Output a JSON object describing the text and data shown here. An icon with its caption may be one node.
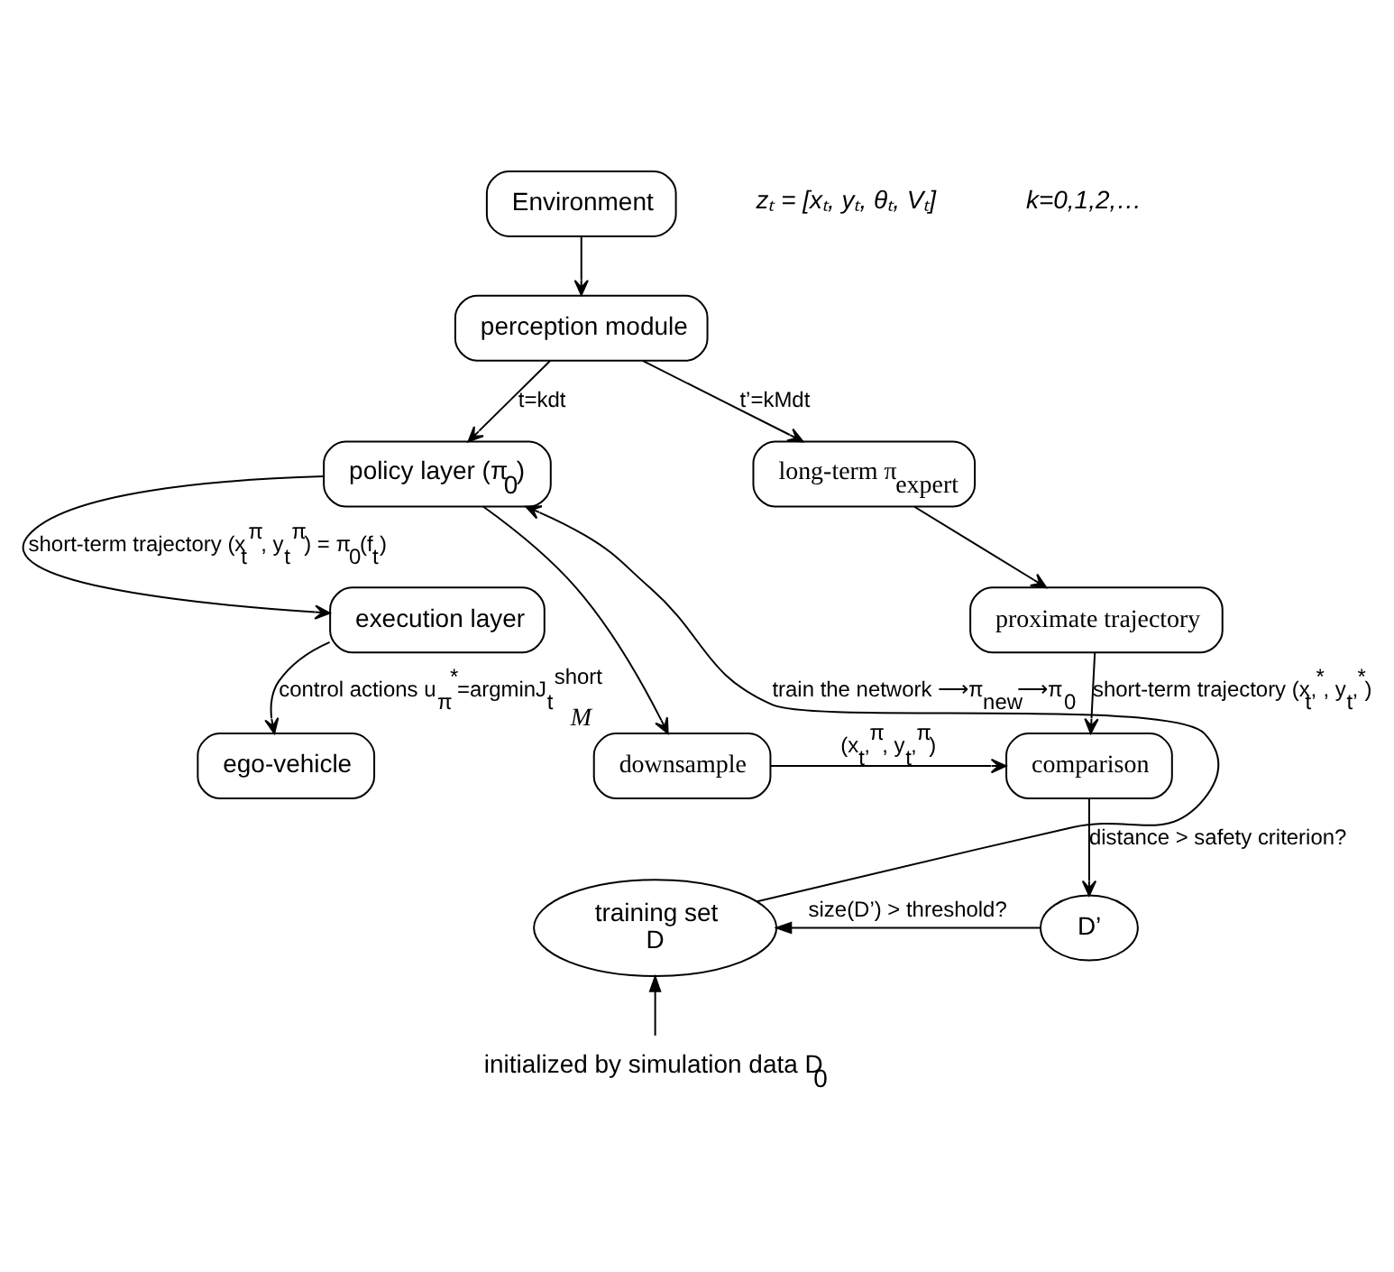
{
  "diagram": {
    "nodes": [
      {
        "text": [
          "Environment"
        ]
      },
      {
        "text": [
          "perception module"
        ]
      },
      {
        "text": [
          "policy layer (π$_{0}$)"
        ]
      },
      {
        "text": [
          "long-term π$_{expert}$"
        ]
      },
      {
        "text": [
          "execution layer"
        ]
      },
      {
        "text": [
          "ego-vehicle"
        ]
      },
      {
        "text": [
          "proximate trajectory"
        ]
      },
      {
        "text": [
          "downsample"
        ],
        "beside": [
          "M"
        ]
      },
      {
        "text": [
          "comparison"
        ]
      },
      {
        "text": [
          "training set",
          "D"
        ]
      },
      {
        "text": [
          "D’"
        ]
      },
      {
        "text": [
          "initialized by simulation data D$_{0}$"
        ]
      }
    ],
    "edges": [
      {
        "from": 0,
        "to": 1,
        "arrow": "to"
      },
      {
        "from": 1,
        "to": 2,
        "arrow": "to",
        "label": "t=kdt"
      },
      {
        "from": 1,
        "to": 3,
        "arrow": "to",
        "label": "t’=kMdt"
      },
      {
        "from": 2,
        "to": 4,
        "arrow": "to",
        "label": "short-term trajectory (x$_{t}$$^{π}$, y$_{t}$$^{π}$) = π$_{0}$(f$_{t}$)"
      },
      {
        "from": 4,
        "to": 5,
        "arrow": "to",
        "label": "control actions u$_{π}$$^{*}$=argminJ$_{t}$$^{short}$"
      },
      {
        "from": 2,
        "to": 7,
        "arrow": "to"
      },
      {
        "from": 3,
        "to": 6,
        "arrow": "to"
      },
      {
        "from": 6,
        "to": 8,
        "arrow": "to",
        "label": "short-term trajectory (x$_{t’}$$^{*}$, y$_{t’}$$^{*}$)"
      },
      {
        "from": 7,
        "to": 8,
        "arrow": "to",
        "label": "(x$_{t’}$$^{π}$, y$_{t’}$$^{π}$)"
      },
      {
        "from": 8,
        "to": 10,
        "arrow": "to",
        "label": "distance > safety criterion?"
      },
      {
        "from": 10,
        "to": 9,
        "arrow": "to",
        "label": "size(D’) > threshold?"
      },
      {
        "from": 9,
        "to": 2,
        "arrow": "to",
        "label": "train the network ⟶π$_{new}$⟶π$_{0}$"
      },
      {
        "from": 11,
        "to": 9,
        "arrow": "to"
      }
    ],
    "labels": [
      "zₜ = [xₜ, yₜ, θₜ, Vₜ]",
      "k=0,1,2,…"
    ]
  }
}
